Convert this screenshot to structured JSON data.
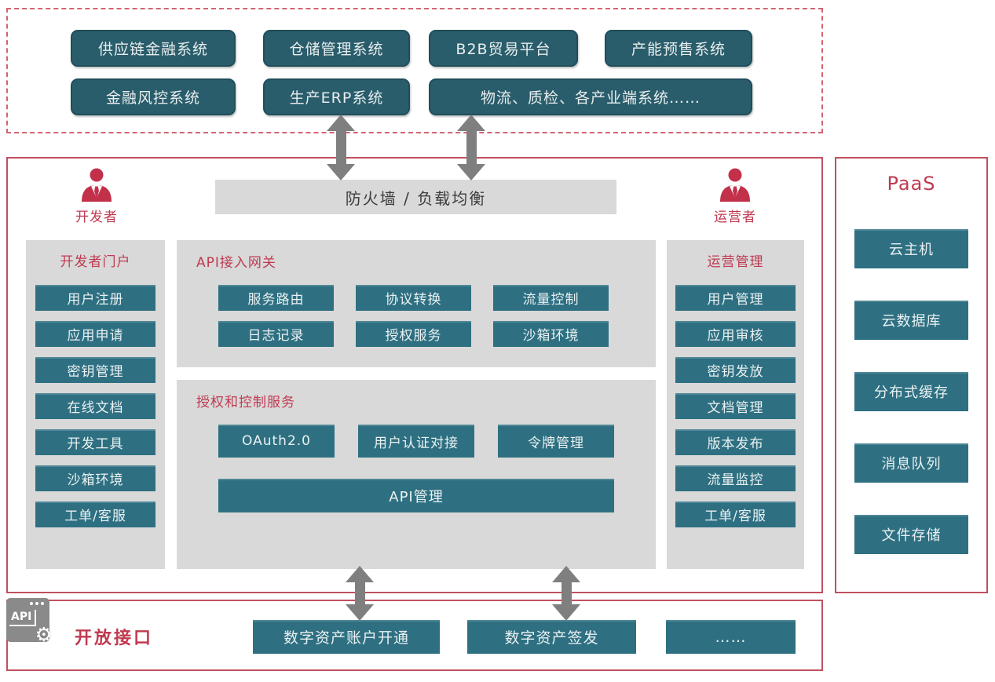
{
  "external_systems": {
    "items": [
      "供应链金融系统",
      "仓储管理系统",
      "B2B贸易平台",
      "产能预售系统",
      "金融风控系统",
      "生产ERP系统",
      "物流、质检、各产业端系统……"
    ]
  },
  "platform": {
    "firewall_label": "防火墙 / 负载均衡",
    "developer_label": "开发者",
    "operator_label": "运营者",
    "developer_portal": {
      "title": "开发者门户",
      "items": [
        "用户注册",
        "应用申请",
        "密钥管理",
        "在线文档",
        "开发工具",
        "沙箱环境",
        "工单/客服"
      ]
    },
    "api_gateway": {
      "title": "API接入网关",
      "items": [
        "服务路由",
        "协议转换",
        "流量控制",
        "日志记录",
        "授权服务",
        "沙箱环境"
      ]
    },
    "auth_control": {
      "title": "授权和控制服务",
      "items": [
        "OAuth2.0",
        "用户认证对接",
        "令牌管理"
      ],
      "wide_item": "API管理"
    },
    "operation_mgmt": {
      "title": "运营管理",
      "items": [
        "用户管理",
        "应用审核",
        "密钥发放",
        "文档管理",
        "版本发布",
        "流量监控",
        "工单/客服"
      ]
    }
  },
  "paas": {
    "title": "PaaS",
    "items": [
      "云主机",
      "云数据库",
      "分布式缓存",
      "消息队列",
      "文件存储"
    ]
  },
  "open_api": {
    "title": "开放接口",
    "api_icon_label": "API",
    "items": [
      "数字资产账户开通",
      "数字资产签发",
      "……"
    ]
  },
  "colors": {
    "teal": "#2e7082",
    "teal_dark": "#2a5d6b",
    "panel_gray": "#d9d9d9",
    "accent_red": "#bf3a50",
    "border_red": "#c0515f",
    "dashed_border_red": "#d26470",
    "arrow_gray": "#7f7f7f"
  }
}
